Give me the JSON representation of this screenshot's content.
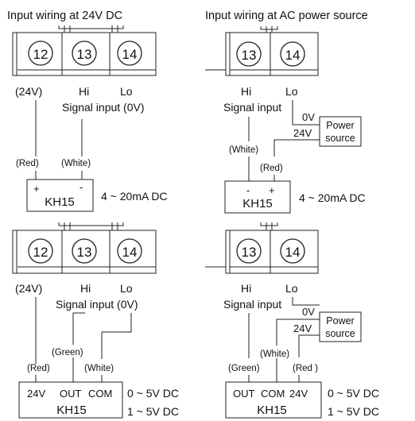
{
  "colors": {
    "ink": "#222222",
    "background": "#ffffff"
  },
  "top_left": {
    "title": "Input wiring at 24V DC",
    "terminals": [
      "12",
      "13",
      "14"
    ],
    "labels": {
      "t12": "(24V)",
      "t13": "Hi",
      "t14": "Lo",
      "signal": "Signal input (0V)"
    },
    "wire_labels": {
      "red": "(Red)",
      "white": "(White)"
    },
    "device": {
      "name": "KH15",
      "plus": "+",
      "minus": "-",
      "output": "4 ~ 20mA DC"
    }
  },
  "top_right": {
    "title": "Input wiring at AC power source",
    "terminals": [
      "13",
      "14"
    ],
    "labels": {
      "t13": "Hi",
      "t14": "Lo",
      "signal": "Signal input"
    },
    "power": {
      "line1": "Power",
      "line2": "source",
      "zero_v": "0V",
      "v24": "24V"
    },
    "wire_labels": {
      "white": "(White)",
      "red": "(Red)"
    },
    "device": {
      "name": "KH15",
      "minus": "-",
      "plus": "+",
      "output": "4 ~ 20mA DC"
    }
  },
  "bottom_left": {
    "terminals": [
      "12",
      "13",
      "14"
    ],
    "labels": {
      "t12": "(24V)",
      "t13": "Hi",
      "t14": "Lo",
      "signal": "Signal input (0V)"
    },
    "wire_labels": {
      "green": "(Green)",
      "red": "(Red)",
      "white": "(White)"
    },
    "device": {
      "name": "KH15",
      "pin1": "24V",
      "pin2": "OUT",
      "pin3": "COM",
      "output1": "0 ~ 5V DC",
      "output2": "1 ~ 5V DC"
    }
  },
  "bottom_right": {
    "terminals": [
      "13",
      "14"
    ],
    "labels": {
      "t13": "Hi",
      "t14": "Lo",
      "signal": "Signal input"
    },
    "power": {
      "line1": "Power",
      "line2": "source",
      "zero_v": "0V",
      "v24": "24V"
    },
    "wire_labels": {
      "white": "(White)",
      "green": "(Green)",
      "red": "(Red )"
    },
    "device": {
      "name": "KH15",
      "pin1": "OUT",
      "pin2": "COM",
      "pin3": "24V",
      "output1": "0 ~ 5V DC",
      "output2": "1 ~ 5V DC"
    }
  }
}
